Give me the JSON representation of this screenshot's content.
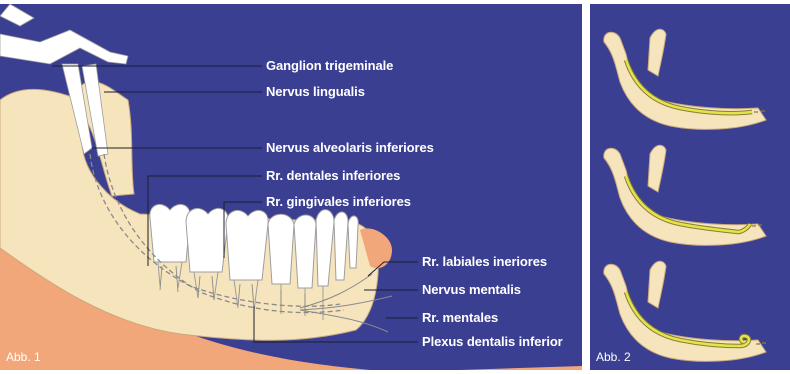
{
  "figure1": {
    "caption": "Abb. 1",
    "labels": [
      "Ganglion trigeminale",
      "Nervus lingualis",
      "Nervus alveolaris inferiores",
      "Rr. dentales inferiores",
      "Rr. gingivales inferiores",
      "Rr. labiales ineriores",
      "Nervus mentalis",
      "Rr. mentales",
      "Plexus dentalis inferior"
    ]
  },
  "figure2": {
    "caption": "Abb. 2"
  },
  "colors": {
    "background": "#3a3f91",
    "bone": "#f6e4bd",
    "gum": "#f2a77b",
    "tooth": "#ffffff",
    "nerve": "#e2e548",
    "text": "#ffffff"
  }
}
